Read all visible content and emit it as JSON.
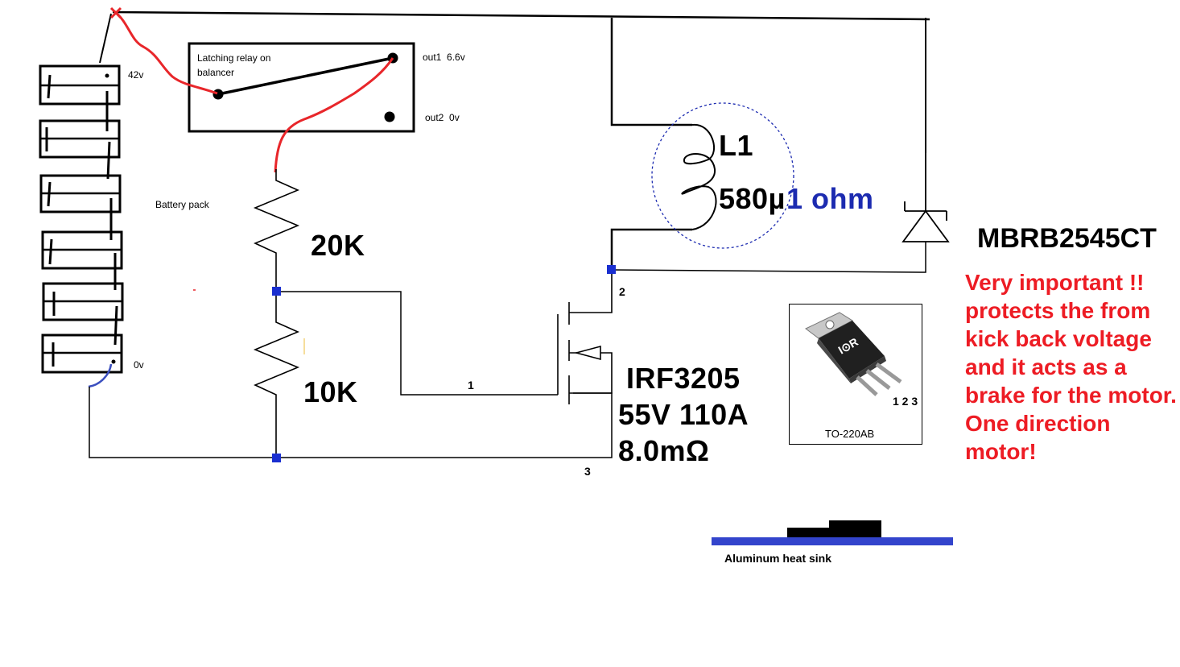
{
  "labels": {
    "relay_title": "Latching relay on balancer",
    "out1": "out1  6.6v",
    "out2": "out2  0v",
    "battery_top_voltage": "42v",
    "battery_bottom_voltage": "0v",
    "battery_pack": "Battery pack",
    "resistor_top": "20K",
    "resistor_bottom": "10K",
    "inductor_name": "L1",
    "inductor_value": "580µ",
    "inductor_resistance": "1 ohm",
    "pin_gate": "1",
    "pin_drain": "2",
    "pin_source": "3",
    "mosfet_part": "IRF3205",
    "mosfet_rating": "55V 110A",
    "mosfet_rds": "8.0mΩ",
    "diode_part": "MBRB2545CT",
    "diode_note": "Very important !! protects the from kick back voltage and it acts as a brake for the motor. One direction motor!",
    "package_pins": "1 2 3",
    "package_name": "TO-220AB",
    "heatsink": "Aluminum heat sink"
  },
  "colors": {
    "wire": "#000000",
    "red_wire": "#e8262a",
    "blue_wire": "#3b4fbf",
    "junction": "#1a2fd0",
    "inductor": "#1c2bb0",
    "note_red": "#ed1c24",
    "heatsink": "#3344cc"
  }
}
